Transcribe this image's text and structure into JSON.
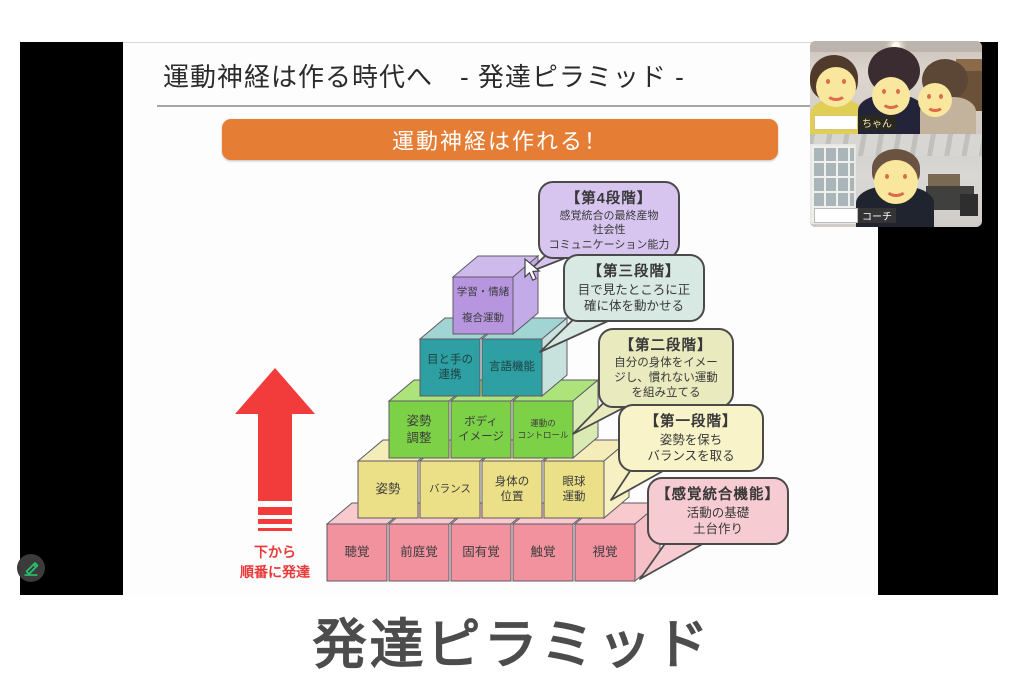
{
  "slide": {
    "title": "運動神経は作る時代へ　- 発達ピラミッド -",
    "banner": {
      "label": "運動神経は作れる！",
      "bg": "#E57D35"
    },
    "arrow": {
      "caption": "下から\n順番に発達",
      "color": "#F23B3B"
    },
    "pyramid": {
      "rows": [
        {
          "stage": "top",
          "color_front": "#B796DF",
          "color_top": "#CFBAEC",
          "color_side": "#C3ABE7",
          "blocks": [
            "学習・情緒\n複合運動"
          ]
        },
        {
          "stage": "fourth",
          "color_front": "#2EA0A4",
          "color_top": "#A0D5D3",
          "color_side": "#C7E2DD",
          "blocks": [
            "目と手の\n連携",
            "言語機能"
          ]
        },
        {
          "stage": "third",
          "color_front": "#7CD146",
          "color_top": "#ACE37B",
          "color_side": "#D9EBB3",
          "blocks": [
            "姿勢\n調整",
            "ボディ\nイメージ",
            "運動の\nコントロール"
          ]
        },
        {
          "stage": "second",
          "color_front": "#EBDF87",
          "color_top": "#F4EDBA",
          "color_side": "#F6F0C3",
          "blocks": [
            "姿勢",
            "バランス",
            "身体の\n位置",
            "眼球\n運動"
          ]
        },
        {
          "stage": "base",
          "color_front": "#F2929F",
          "color_top": "#F8C9CD",
          "color_side": "#F6BFC6",
          "blocks": [
            "聴覚",
            "前庭覚",
            "固有覚",
            "触覚",
            "視覚"
          ]
        }
      ]
    },
    "bubbles": [
      {
        "title": "【第4段階】",
        "body": "感覚統合の最終産物\n社会性\nコミュニケーション能力",
        "bg": "#D7C5F0"
      },
      {
        "title": "【第三段階】",
        "body": "目で見たところに正\n確に体を動かせる",
        "bg": "#D8E8E2"
      },
      {
        "title": "【第二段階】",
        "body": "自分の身体をイメー\nジし、慣れない運動\nを組み立てる",
        "bg": "#E9EABE"
      },
      {
        "title": "【第一段階】",
        "body": "姿勢を保ち\nバランスを取る",
        "bg": "#F9F3C9"
      },
      {
        "title": "【感覚統合機能】",
        "body": "活動の基礎\n土台作り",
        "bg": "#F6CBD1"
      }
    ]
  },
  "videos": [
    {
      "name": "ちゃん"
    },
    {
      "name": "コーチ"
    }
  ],
  "footer": {
    "caption": "発達ピラミッド"
  }
}
